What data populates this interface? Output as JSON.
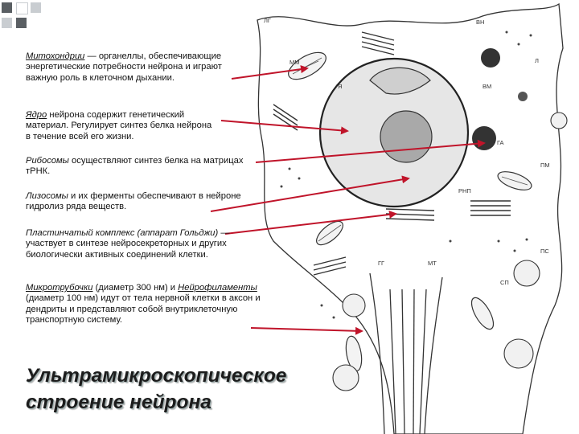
{
  "notes": [
    {
      "key": "Митохондрии",
      "text": " — органеллы, обеспечивающие энергетические потребности нейрона и играют важную роль в клеточном дыхании."
    },
    {
      "key": "Ядро",
      "text": " нейрона содержит генетический материал. Регулирует синтез белка нейрона в течение всей его жизни."
    },
    {
      "key": "Рибосомы",
      "text": " осуществляют синтез белка на матрицах тРНК."
    },
    {
      "key": "Лизосомы",
      "text": " и их ферменты обеспечивают в нейроне гидролиз ряда веществ."
    },
    {
      "key": "Пластинчатый комплекс (аппарат Гольджи)",
      "text": " — участвует в синтезе нейросекреторных и других биологически активных соединений клетки."
    },
    {
      "key": "Микротрубочки",
      "text": " (диаметр 300 нм) и "
    },
    {
      "key": "Нейрофиламенты",
      "text": " (диаметр 100 нм) идут от тела нервной клетки в аксон и дендриты и представляют собой внутриклеточную транспортную систему."
    }
  ],
  "title_line1": "Ультрамикроскопическое",
  "title_line2": "строение нейрона",
  "drawing_labels": {
    "ln": "ЛГ",
    "vn": "ВН",
    "l": "Л",
    "mm": "ММ",
    "vm": "ВМ",
    "ya": "Я",
    "ga": "ГА",
    "pm": "ПМ",
    "rnp": "РНП",
    "sp": "СП",
    "ps": "ПС",
    "gg": "ГГ",
    "mt": "МТ"
  },
  "colors": {
    "arrow": "#c0142a",
    "corner_dark": "#5a5f63",
    "corner_light": "#c9cdd1"
  }
}
